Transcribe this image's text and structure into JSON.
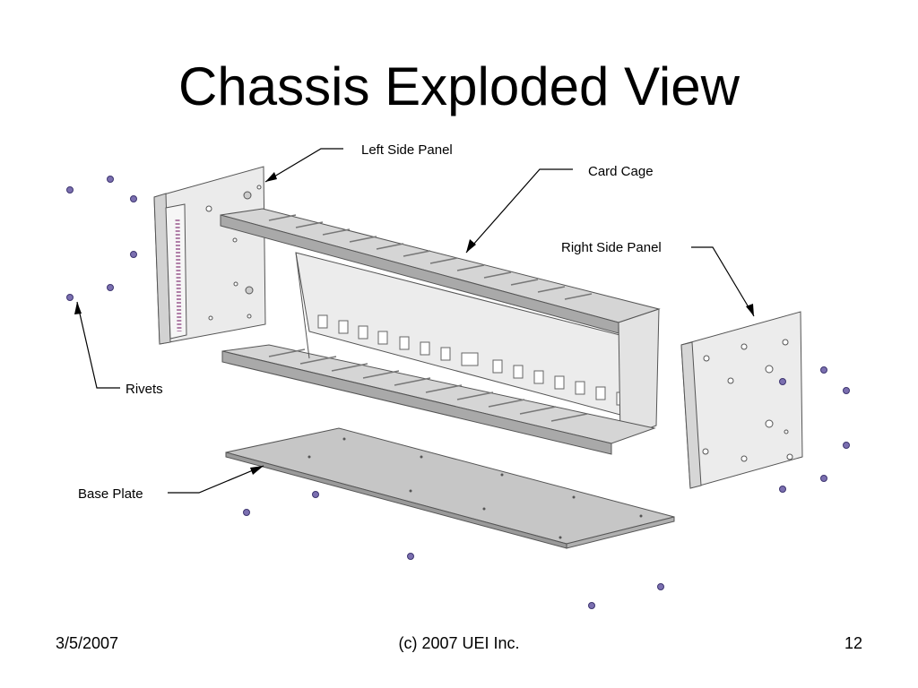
{
  "slide": {
    "title": "Chassis Exploded View"
  },
  "callouts": {
    "left_side_panel": "Left Side Panel",
    "card_cage": "Card Cage",
    "right_side_panel": "Right Side Panel",
    "rivets": "Rivets",
    "base_plate": "Base Plate"
  },
  "footer": {
    "date": "3/5/2007",
    "copyright": "(c) 2007 UEI Inc.",
    "page_number": "12"
  },
  "colors": {
    "metal_light": "#ececec",
    "metal_mid": "#c8c8c8",
    "metal_dark": "#a9a9a9",
    "rivet": "#7b6fb0",
    "line": "#000000"
  }
}
